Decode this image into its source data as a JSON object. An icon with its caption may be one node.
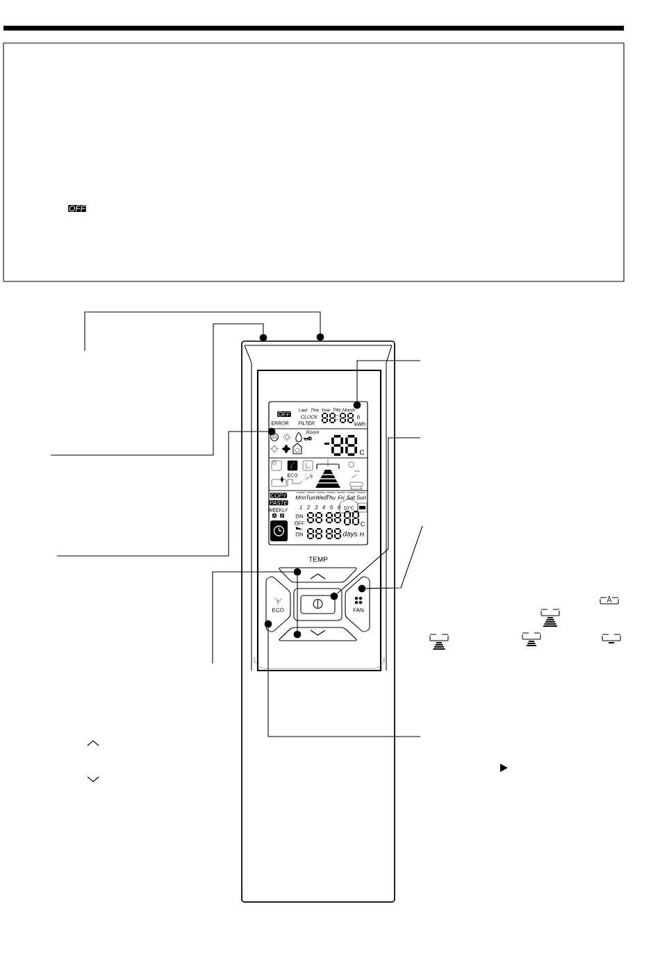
{
  "diagram": {
    "nodes": [
      {
        "text": [],
        "shape": "circle"
      },
      {
        "text": [],
        "shape": "circle"
      },
      {
        "text": [],
        "shape": "circle"
      },
      {
        "text": [],
        "shape": "circle"
      },
      {
        "text": [],
        "shape": "circle"
      },
      {
        "text": [],
        "shape": "circle"
      },
      {
        "text": [],
        "shape": "circle"
      },
      {
        "text": [],
        "shape": "circle"
      },
      {
        "text": [],
        "shape": "circle"
      }
    ],
    "edges": [
      {
        "from": null,
        "to": 1,
        "arrow": "none"
      },
      {
        "from": null,
        "to": 0,
        "arrow": "none"
      },
      {
        "from": null,
        "to": 3,
        "arrow": "none"
      },
      {
        "from": null,
        "to": 2,
        "arrow": "none"
      },
      {
        "from": null,
        "to": 6,
        "arrow": "none"
      },
      {
        "from": null,
        "to": 5,
        "arrow": "none"
      },
      {
        "from": null,
        "to": 4,
        "arrow": "none"
      },
      {
        "from": 4,
        "to": 8,
        "arrow": "none"
      },
      {
        "from": null,
        "to": 7,
        "arrow": "none"
      }
    ],
    "labels": [
      "OFF",
      "OFF",
      "Last",
      "This",
      "Year",
      "Day",
      "Month",
      "CLOCK",
      "ERROR",
      "FILTER",
      "b",
      "kWh",
      "Room",
      "C",
      "ECO",
      "COPY",
      "PASTE",
      "Mon",
      "Tue",
      "Wed",
      "Thu",
      "Fri",
      "Sat",
      "Sun",
      "WEEKLY",
      "1",
      "2",
      "3",
      "4",
      "5",
      "6",
      "10°C",
      "A",
      "B",
      "ON",
      "OFF",
      "ON",
      "days",
      "C",
      "H",
      "TEMP",
      "ECO",
      "FAN"
    ]
  }
}
